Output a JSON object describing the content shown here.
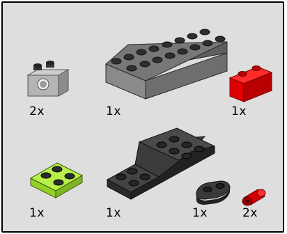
{
  "parts": [
    {
      "name": "technic-brick-1x2-light-gray",
      "quantity": "2x",
      "color": "#a8a8a8"
    },
    {
      "name": "brick-2x8-dark-gray",
      "quantity": "1x",
      "color": "#6b6b6b"
    },
    {
      "name": "brick-1x2-red",
      "quantity": "1x",
      "color": "#e20000"
    },
    {
      "name": "plate-2x2-lime",
      "quantity": "1x",
      "color": "#a5e03a"
    },
    {
      "name": "bracket-plate-black",
      "quantity": "1x",
      "color": "#3a3a3a"
    },
    {
      "name": "plate-1x2-rounded-black",
      "quantity": "1x",
      "color": "#3a3a3a"
    },
    {
      "name": "technic-pin-red",
      "quantity": "2x",
      "color": "#d40000"
    }
  ]
}
